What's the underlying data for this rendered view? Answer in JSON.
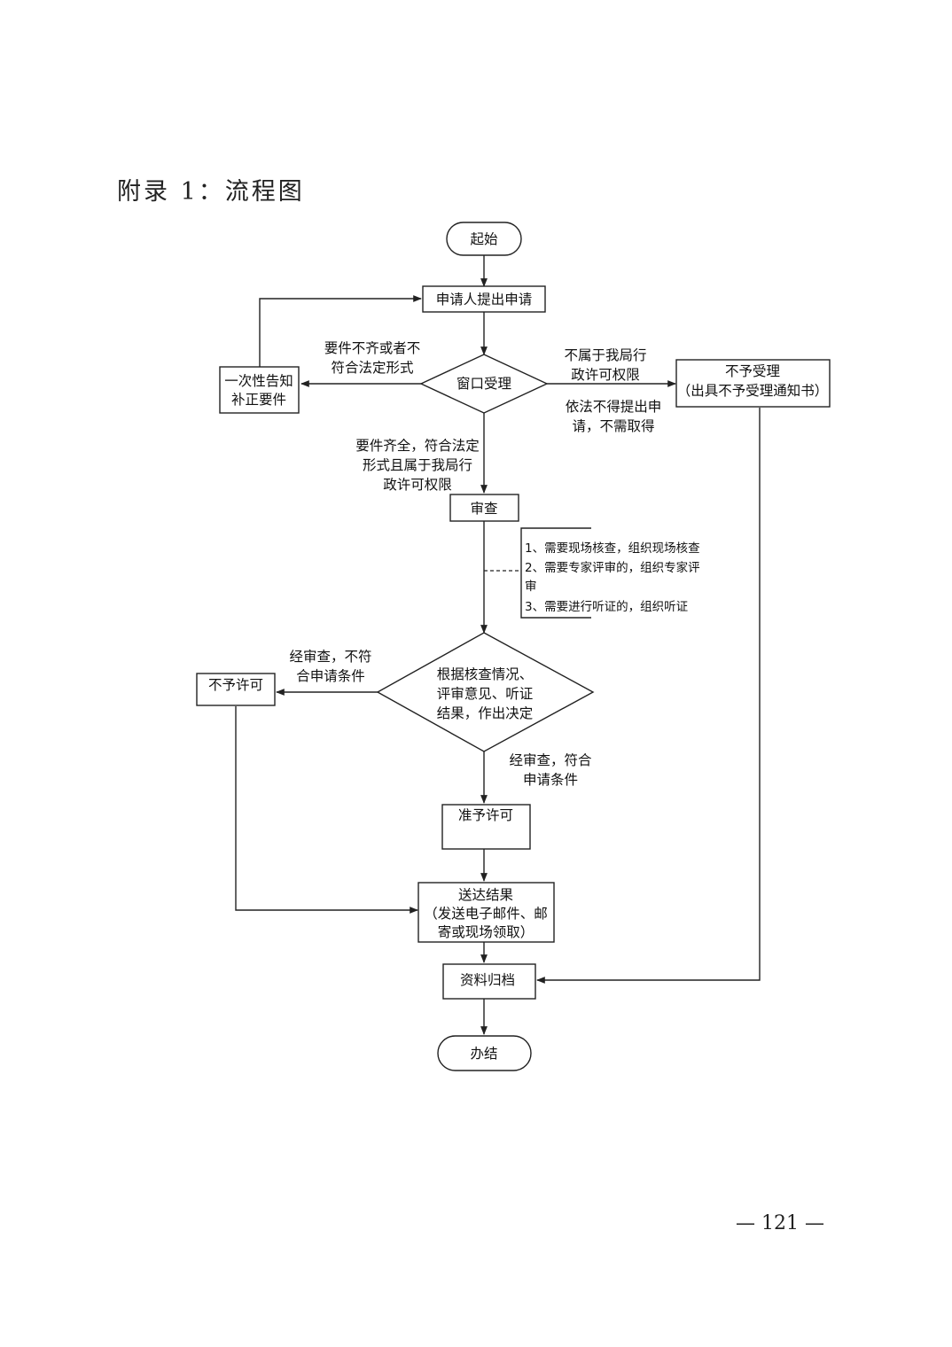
{
  "page": {
    "title": "附录 1：流程图",
    "page_number": "— 121 —"
  },
  "flowchart": {
    "nodes": {
      "start": "起始",
      "apply": "申请人提出申请",
      "window": "窗口受理",
      "notify": [
        "一次性告知",
        "补正要件"
      ],
      "reject_accept": [
        "不予受理",
        "（出具不予受理通知书）"
      ],
      "review": "审查",
      "review_notes": [
        "1、需要现场核查，组织现场核查",
        "2、需要专家评审的，组织专家评",
        "审",
        "3、需要进行听证的，组织听证"
      ],
      "decision": [
        "根据核查情况、",
        "评审意见、听证",
        "结果，作出决定"
      ],
      "deny": "不予许可",
      "grant": "准予许可",
      "deliver": [
        "送达结果",
        "（发送电子邮件、邮",
        "寄或现场领取）"
      ],
      "archive": "资料归档",
      "end": "办结"
    },
    "edge_labels": {
      "incomplete": [
        "要件不齐或者不",
        "符合法定形式"
      ],
      "not_authority": [
        "不属于我局行",
        "政许可权限"
      ],
      "not_required": [
        "依法不得提出申",
        "请，不需取得"
      ],
      "complete": [
        "要件齐全，符合法定",
        "形式且属于我局行",
        "政许可权限"
      ],
      "fail_review": [
        "经审查，不符",
        "合申请条件"
      ],
      "pass_review": [
        "经审查，符合",
        "申请条件"
      ]
    }
  }
}
